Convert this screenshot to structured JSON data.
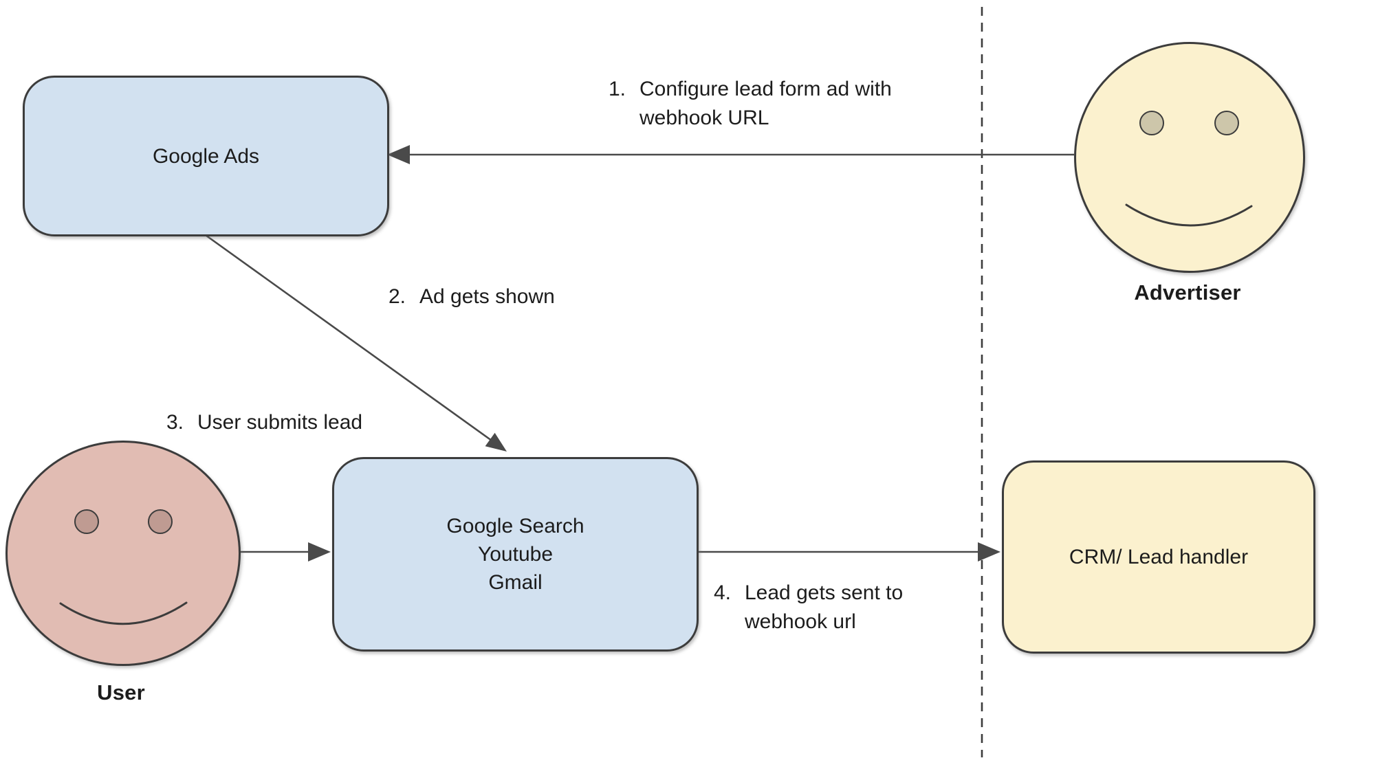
{
  "colors": {
    "box_blue_fill": "#d2e1f0",
    "box_yellow_fill": "#fbf1ce",
    "face_pink_fill": "#e1bcb3",
    "eye_tan_fill": "#cdc6aa",
    "eye_pink_fill": "#bf9b92",
    "outline": "#3c3c3c",
    "arrow": "#4a4a4a",
    "text": "#1c1c1c"
  },
  "nodes": {
    "google_ads": {
      "label": "Google Ads"
    },
    "platforms": {
      "lines": [
        "Google Search",
        "Youtube",
        "Gmail"
      ]
    },
    "crm": {
      "label": "CRM/ Lead handler"
    }
  },
  "actors": {
    "advertiser": {
      "label": "Advertiser"
    },
    "user": {
      "label": "User"
    }
  },
  "steps": [
    {
      "num": "1.",
      "lines": [
        "Configure lead form ad with",
        "webhook URL"
      ]
    },
    {
      "num": "2.",
      "lines": [
        "Ad gets shown"
      ]
    },
    {
      "num": "3.",
      "lines": [
        "User submits lead"
      ]
    },
    {
      "num": "4.",
      "lines": [
        "Lead gets sent to",
        "webhook url"
      ]
    }
  ]
}
